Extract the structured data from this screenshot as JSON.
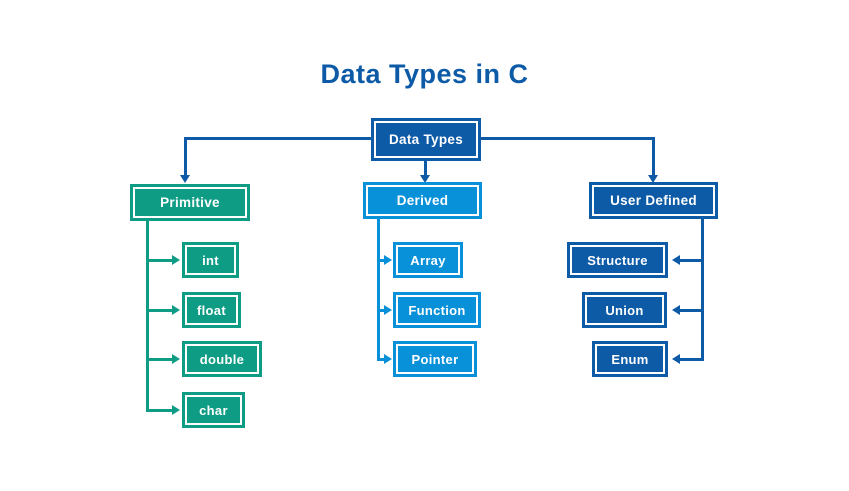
{
  "title": "Data Types in C",
  "colors": {
    "dark_blue": "#0D5AA6",
    "light_blue": "#0890D8",
    "green": "#0F9C85",
    "background": "#FFFFFF",
    "node_text": "#FFFFFF"
  },
  "root": {
    "label": "Data Types"
  },
  "branches": [
    {
      "label": "Primitive",
      "color": "#0F9C85",
      "children": [
        "int",
        "float",
        "double",
        "char"
      ]
    },
    {
      "label": "Derived",
      "color": "#0890D8",
      "children": [
        "Array",
        "Function",
        "Pointer"
      ]
    },
    {
      "label": "User Defined",
      "color": "#0D5AA6",
      "children": [
        "Structure",
        "Union",
        "Enum"
      ]
    }
  ]
}
